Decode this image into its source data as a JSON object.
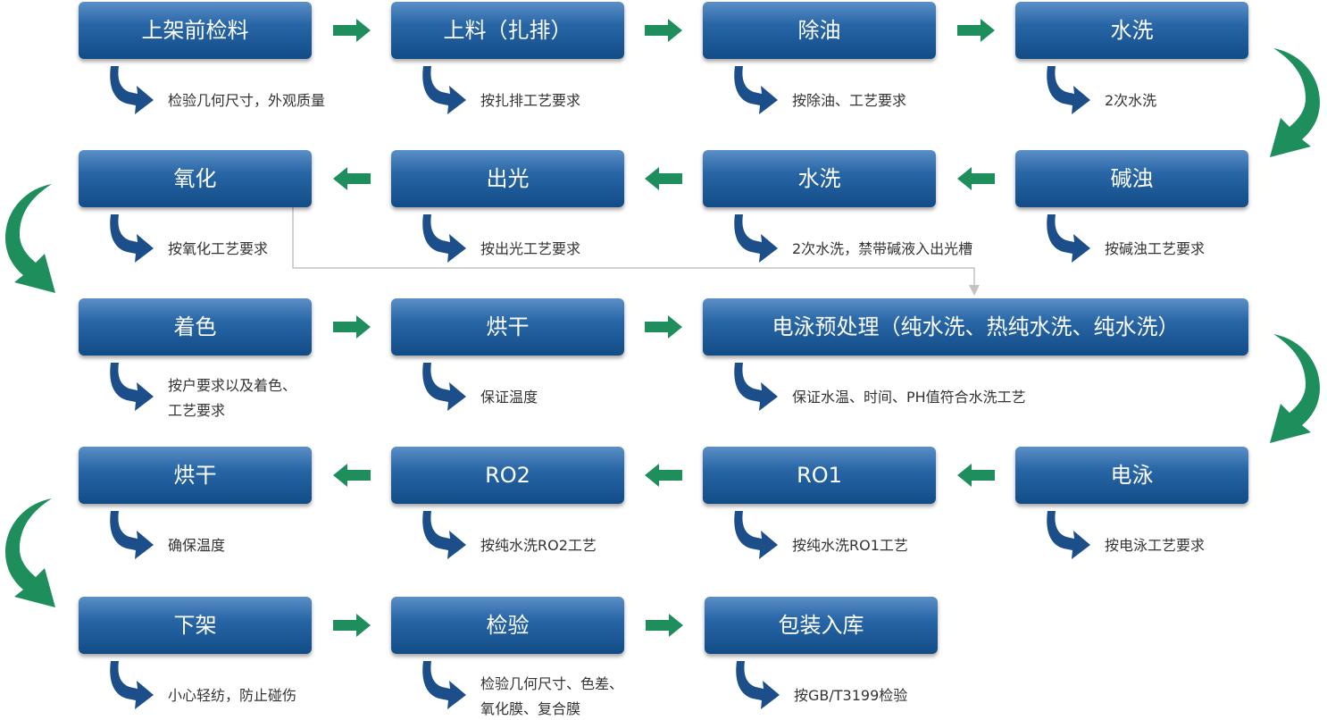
{
  "colors": {
    "box_top": "#5b8fc6",
    "box_bottom": "#124c87",
    "flow_arrow": "#1e8f5c",
    "hook_arrow": "#1c4f8a",
    "connector": "#c2c2c2",
    "note_text": "#333333"
  },
  "icons": {
    "step_arrow": "green-right-arrow-icon",
    "step_arrow_left": "green-left-arrow-icon",
    "note_arrow": "blue-curved-arrow-icon",
    "row_turn": "green-curved-arrow-icon"
  },
  "rows": [
    {
      "direction": "right",
      "steps": [
        {
          "label": "上架前检料",
          "note": [
            "检验几何尺寸，外观质量"
          ]
        },
        {
          "label": "上料（扎排）",
          "note": [
            "按扎排工艺要求"
          ]
        },
        {
          "label": "除油",
          "note": [
            "按除油、工艺要求"
          ]
        },
        {
          "label": "水洗",
          "note": [
            "2次水洗"
          ]
        }
      ]
    },
    {
      "direction": "left",
      "steps": [
        {
          "label": "氧化",
          "note": [
            "按氧化工艺要求"
          ]
        },
        {
          "label": "出光",
          "note": [
            "按出光工艺要求"
          ]
        },
        {
          "label": "水洗",
          "note": [
            "2次水洗，禁带碱液入出光槽"
          ]
        },
        {
          "label": "碱浊",
          "note": [
            "按碱浊工艺要求"
          ]
        }
      ]
    },
    {
      "direction": "right",
      "steps": [
        {
          "label": "着色",
          "note": [
            "按户要求以及着色、",
            "工艺要求"
          ]
        },
        {
          "label": "烘干",
          "note": [
            "保证温度"
          ]
        },
        {
          "label": "电泳预处理（纯水洗、热纯水洗、纯水洗）",
          "note": [
            "保证水温、时间、PH值符合水洗工艺"
          ]
        }
      ]
    },
    {
      "direction": "left",
      "steps": [
        {
          "label": "烘干",
          "note": [
            "确保温度"
          ]
        },
        {
          "label": "RO2",
          "note": [
            "按纯水洗RO2工艺"
          ]
        },
        {
          "label": "RO1",
          "note": [
            "按纯水洗RO1工艺"
          ]
        },
        {
          "label": "电泳",
          "note": [
            "按电泳工艺要求"
          ]
        }
      ]
    },
    {
      "direction": "right",
      "steps": [
        {
          "label": "下架",
          "note": [
            "小心轻纺，防止碰伤"
          ]
        },
        {
          "label": "检验",
          "note": [
            "检验几何尺寸、色差、",
            "氧化膜、复合膜"
          ]
        },
        {
          "label": "包装入库",
          "note": [
            "按GB/T3199检验"
          ]
        }
      ]
    }
  ]
}
